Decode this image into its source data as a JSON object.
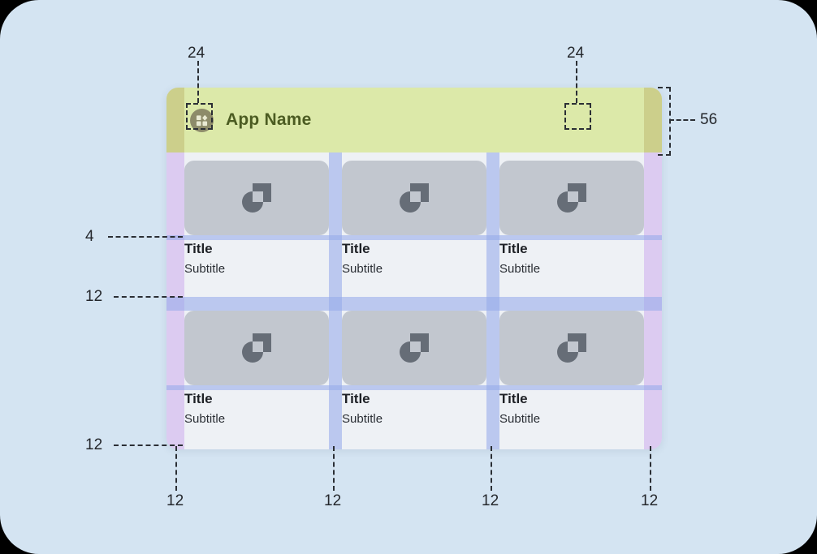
{
  "canvas": {
    "background": "#d4e4f2",
    "overlay_gutter": "#96aaeb",
    "overlay_margin": "#c496eb"
  },
  "appbar": {
    "title": "App Name",
    "height_label": "56",
    "menu_icon": "grid-menu-icon",
    "search_icon": "search-icon",
    "refresh_icon": "refresh-icon",
    "background": "#dce9a9",
    "foreground": "#4c5c22"
  },
  "annotations": {
    "menu_touch_target": "24",
    "search_touch_target": "24",
    "appbar_height": "56",
    "image_to_title_gap": "4",
    "row_gap": "12",
    "bottom_margin": "12",
    "gutters": [
      "12",
      "12",
      "12",
      "12"
    ]
  },
  "cards": [
    {
      "title": "Title",
      "subtitle": "Subtitle",
      "image": "placeholder-image-icon"
    },
    {
      "title": "Title",
      "subtitle": "Subtitle",
      "image": "placeholder-image-icon"
    },
    {
      "title": "Title",
      "subtitle": "Subtitle",
      "image": "placeholder-image-icon"
    },
    {
      "title": "Title",
      "subtitle": "Subtitle",
      "image": "placeholder-image-icon"
    },
    {
      "title": "Title",
      "subtitle": "Subtitle",
      "image": "placeholder-image-icon"
    },
    {
      "title": "Title",
      "subtitle": "Subtitle",
      "image": "placeholder-image-icon"
    }
  ]
}
